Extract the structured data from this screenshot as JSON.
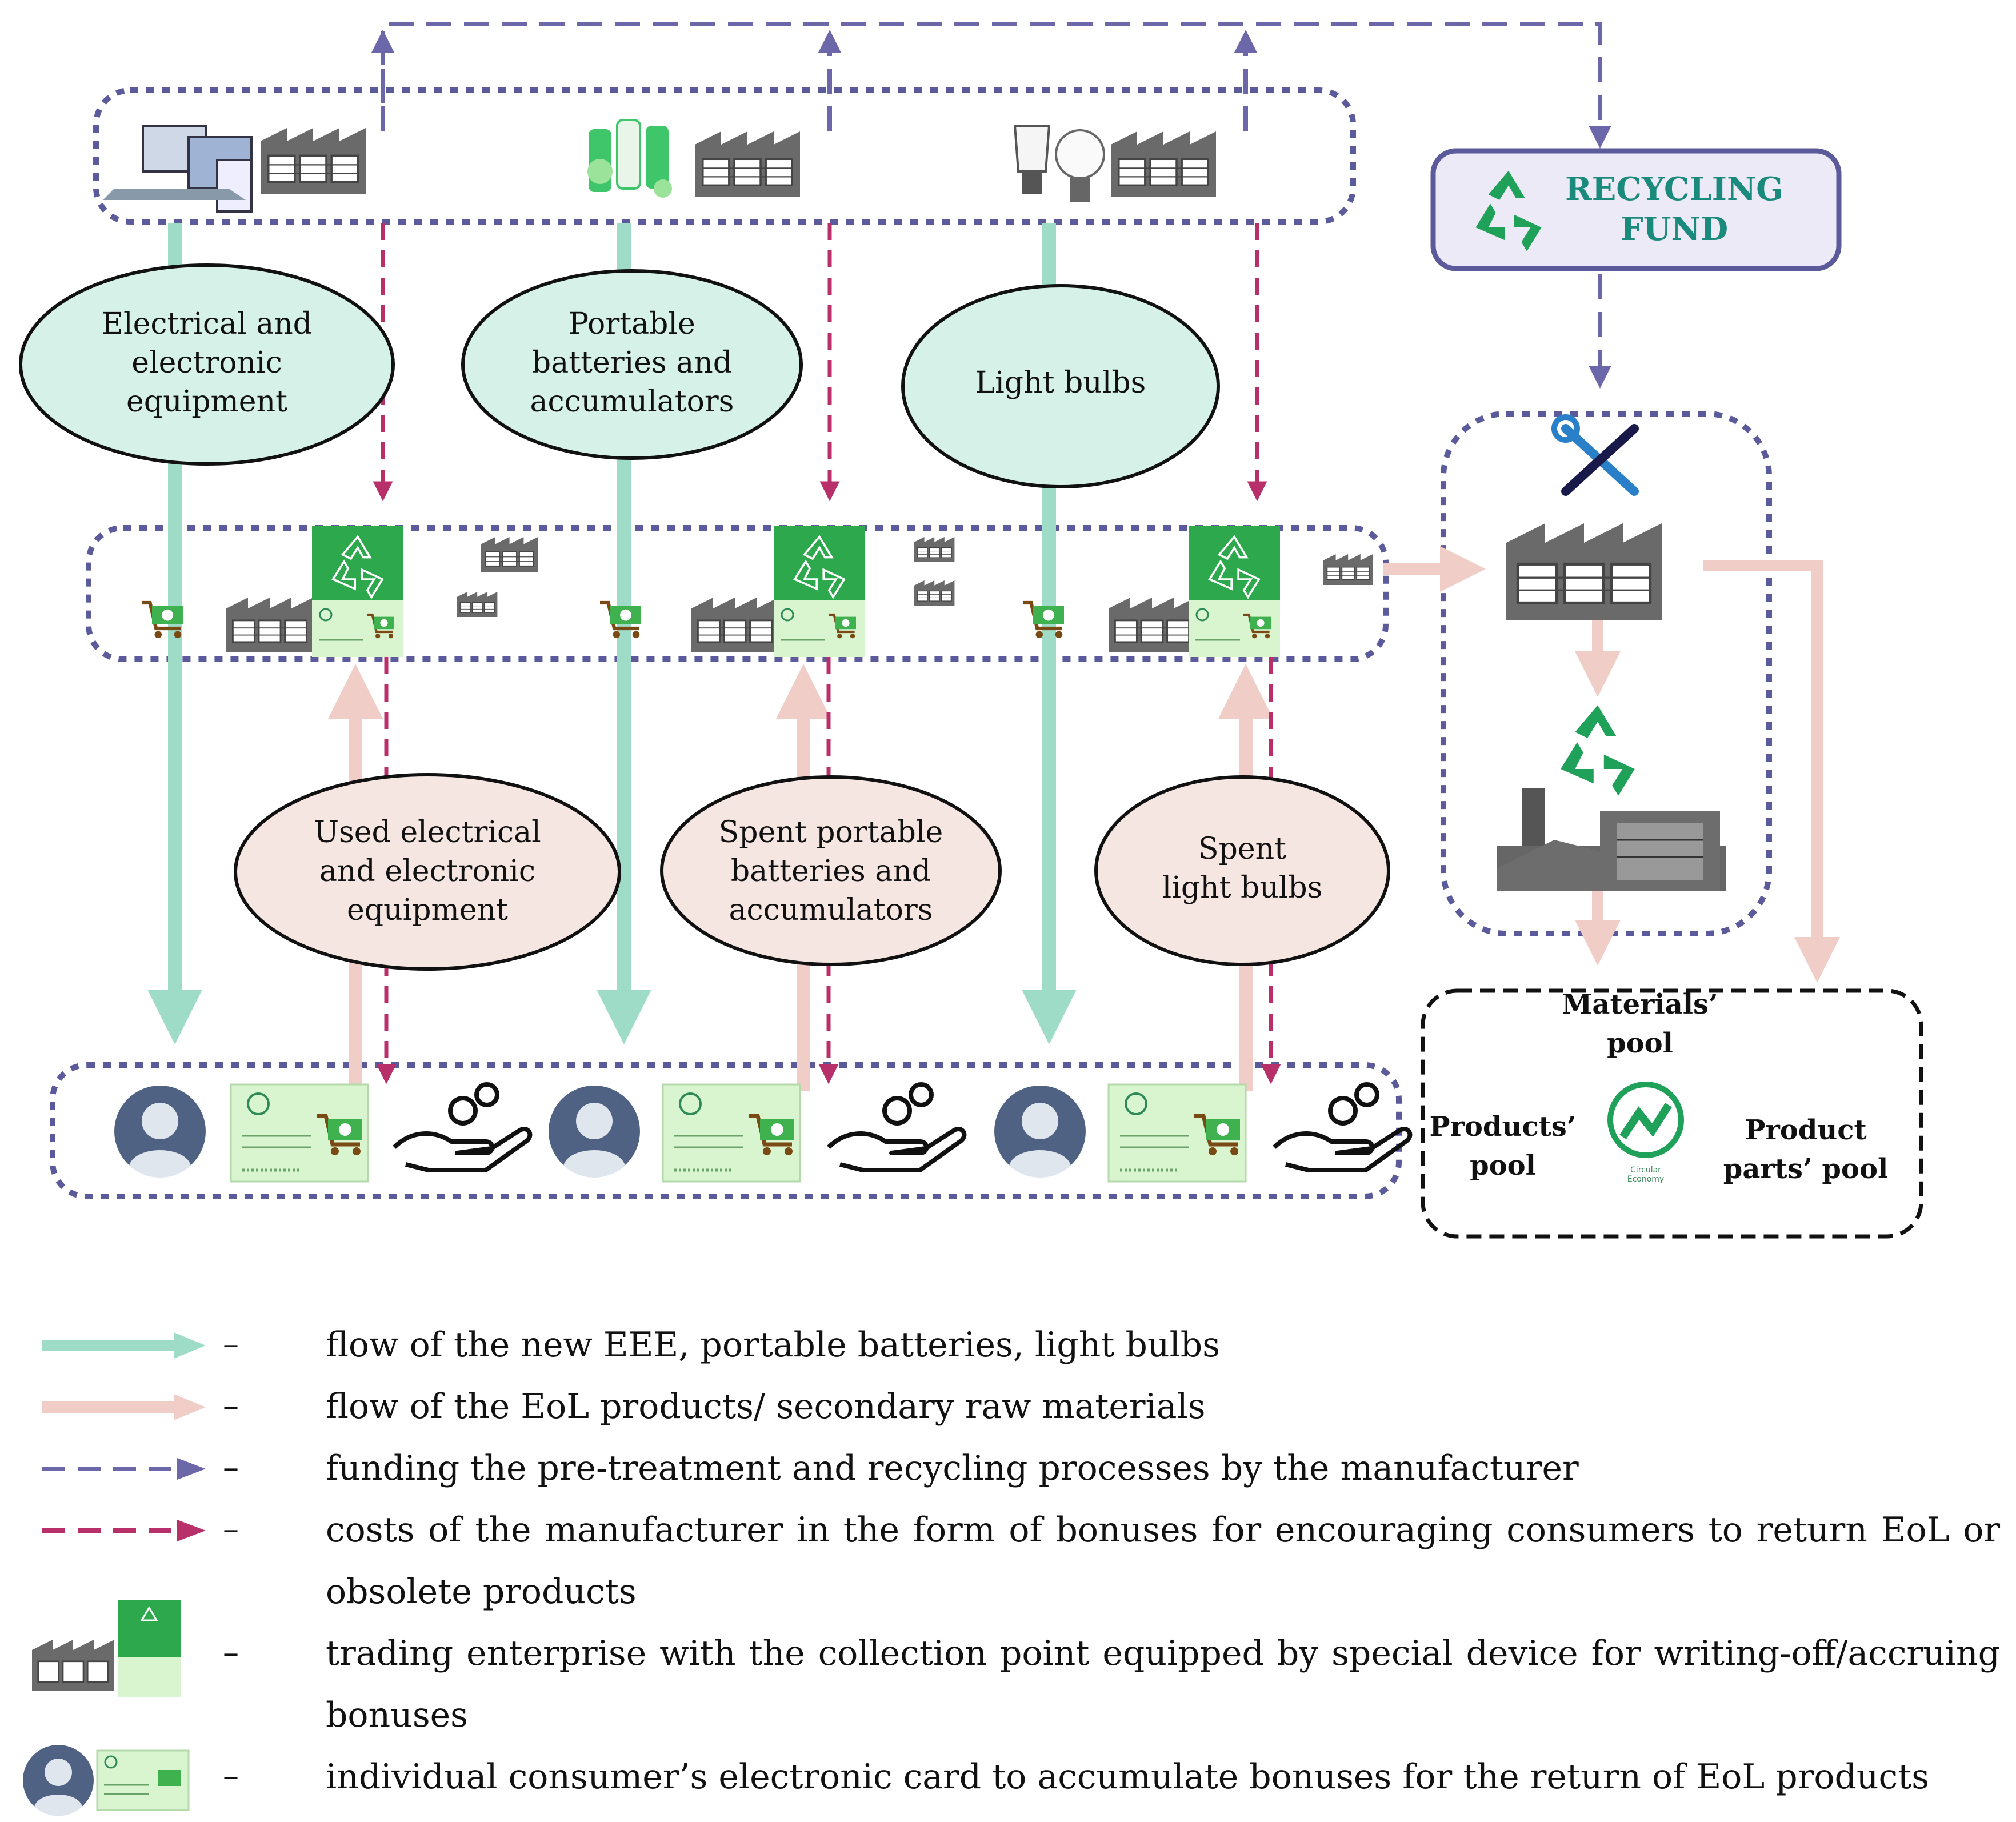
{
  "diagram": {
    "ellipses_new": [
      {
        "label": "Electrical and\nelectronic\nequipment"
      },
      {
        "label": "Portable\nbatteries and\naccumulators"
      },
      {
        "label": "Light bulbs"
      }
    ],
    "ellipses_eol": [
      {
        "label": "Used electrical\nand electronic\nequipment"
      },
      {
        "label": "Spent portable\nbatteries and\naccumulators"
      },
      {
        "label": "Spent\nlight bulbs"
      }
    ],
    "recycling_fund": "RECYCLING\nFUND",
    "pools": {
      "materials": "Materials’\npool",
      "products": "Products’\npool",
      "product_parts": "Product\nparts’ pool",
      "circular_logo_text": "Circular\nEconomy"
    }
  },
  "legend": {
    "dash": "–",
    "items": [
      {
        "text": "flow of the new EEE, portable batteries, light bulbs"
      },
      {
        "text": "flow of the EoL products/ secondary raw materials"
      },
      {
        "text": "funding the pre-treatment and recycling processes by the manufacturer"
      },
      {
        "text": "costs of the manufacturer in the form of bonuses for encouraging consumers to return EoL or obsolete products"
      },
      {
        "text": "trading enterprise with the collection point equipped by special device for writing-off/accruing bonuses"
      },
      {
        "text": "individual consumer’s electronic card to accumulate bonuses for the return of EoL products"
      }
    ]
  },
  "colors": {
    "new_flow": "#9fdcc8",
    "eol_flow": "#f0cdc6",
    "funding": "#6b67a8",
    "costs": "#b8306a",
    "box_dotted": "#5b5a9a",
    "recycle_green": "#1fa15a",
    "ellipse_new_fill": "#d6f1e8",
    "ellipse_eol_fill": "#f6e6e2",
    "fund_text": "#1a8a7c"
  },
  "icons": [
    "laptop-devices-icon",
    "batteries-icon",
    "light-bulbs-icon",
    "factory-icon",
    "recycle-icon",
    "shopping-cart-icon",
    "user-avatar-icon",
    "bonus-card-icon",
    "coins-hand-icon",
    "tools-icon",
    "recycling-plant-icon",
    "circular-economy-icon"
  ]
}
